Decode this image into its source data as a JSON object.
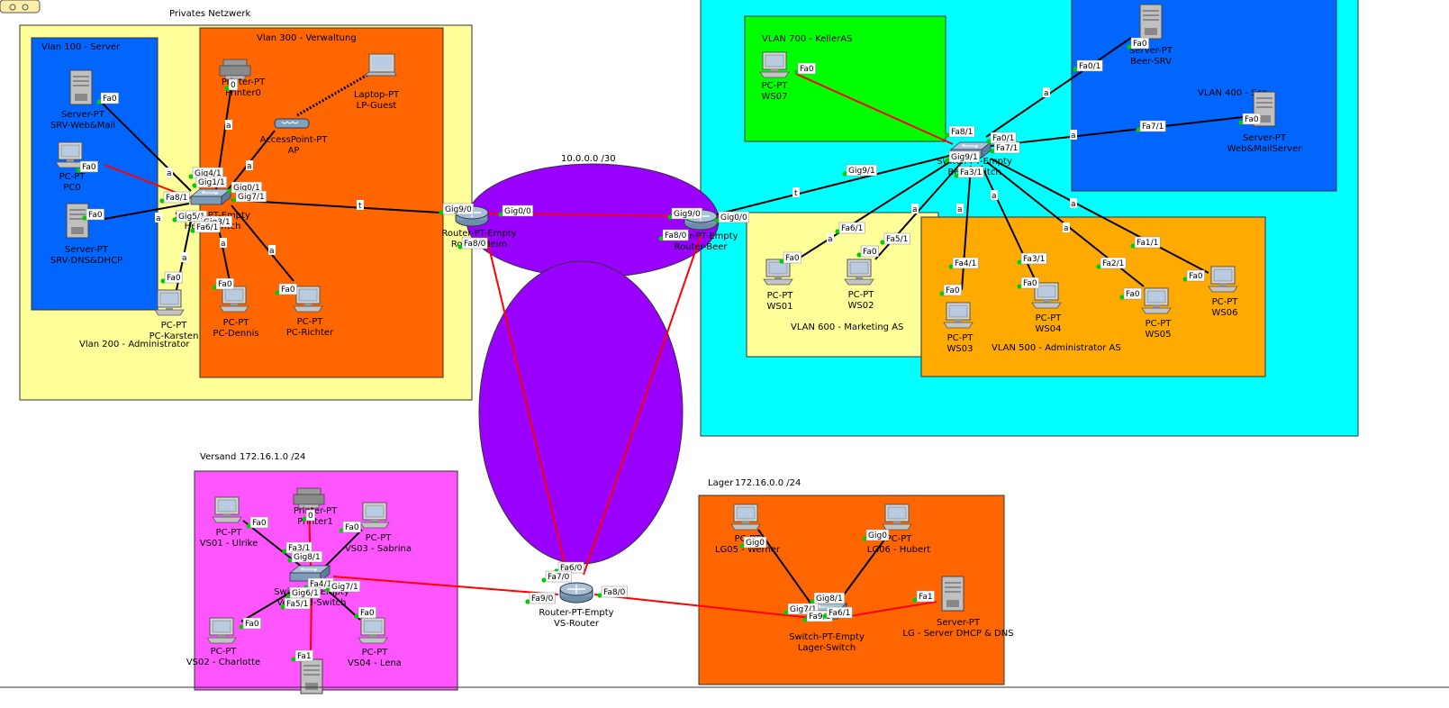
{
  "areas": {
    "private": {
      "label": "Privates Netzwerk",
      "color": "#ffff99"
    },
    "vlan100": {
      "label": "Vlan 100 - Server",
      "color": "#0066ff"
    },
    "vlan300": {
      "label": "Vlan 300 - Verwaltung",
      "color": "#ff6600"
    },
    "vlan200": {
      "label": "Vlan 200 - Administrator"
    },
    "cyan": {
      "color": "#00ffff"
    },
    "vlan700": {
      "label": "VLAN 700 - KellerAS",
      "color": "#00ff00"
    },
    "vlan400": {
      "label": "VLAN 400 - Ser",
      "color": "#0066ff"
    },
    "vlan600": {
      "label": "VLAN 600 - Marketing AS",
      "color": "#ffff99"
    },
    "vlan500": {
      "label": "VLAN 500 - Administrator AS",
      "color": "#ffaa00"
    },
    "net10": {
      "label": "10.0.0.0 /30",
      "color": "#9900ff"
    },
    "versand": {
      "label": "Versand",
      "subnet": "172.16.1.0 /24",
      "color": "#ff55ff"
    },
    "lager": {
      "label": "Lager",
      "subnet": "172.16.0.0 /24",
      "color": "#ff6600"
    }
  },
  "devices": {
    "srv_webmail": {
      "type": "Server-PT",
      "name": "SRV-Web&Mail"
    },
    "pc0": {
      "type": "PC-PT",
      "name": "PC0"
    },
    "srv_dns": {
      "type": "Server-PT",
      "name": "SRV-DNS&DHCP"
    },
    "printer0": {
      "type": "Printer-PT",
      "name": "Printer0"
    },
    "laptop": {
      "type": "Laptop-PT",
      "name": "LP-Guest"
    },
    "ap": {
      "type": "AccessPoint-PT",
      "name": "AP"
    },
    "heim_switch": {
      "type": "Switch-PT-Empty",
      "name": "Heim-Switch"
    },
    "pc_karsten": {
      "type": "PC-PT",
      "name": "PC-Karsten"
    },
    "pc_dennis": {
      "type": "PC-PT",
      "name": "PC-Dennis"
    },
    "pc_richter": {
      "type": "PC-PT",
      "name": "PC-Richter"
    },
    "router_heim": {
      "type": "Router-PT-Empty",
      "name": "Router-Heim"
    },
    "router_beer": {
      "type": "Router-PT-Empty",
      "name": "Router-Beer"
    },
    "ws07": {
      "type": "PC-PT",
      "name": "WS07"
    },
    "beer_switch": {
      "type": "Switch-PT-Empty",
      "name": "Beer-Switch"
    },
    "beer_srv": {
      "type": "Server-PT",
      "name": "Beer-SRV"
    },
    "webmail_server": {
      "type": "Server-PT",
      "name": "Web&MailServer"
    },
    "ws01": {
      "type": "PC-PT",
      "name": "WS01"
    },
    "ws02": {
      "type": "PC-PT",
      "name": "WS02"
    },
    "ws03": {
      "type": "PC-PT",
      "name": "WS03"
    },
    "ws04": {
      "type": "PC-PT",
      "name": "WS04"
    },
    "ws05": {
      "type": "PC-PT",
      "name": "WS05"
    },
    "ws06": {
      "type": "PC-PT",
      "name": "WS06"
    },
    "vs01": {
      "type": "PC-PT",
      "name": "VS01 - Ulrike"
    },
    "printer1": {
      "type": "Printer-PT",
      "name": "Printer1"
    },
    "vs03": {
      "type": "PC-PT",
      "name": "VS03 - Sabrina"
    },
    "vs_switch": {
      "type": "Switch-PT-Empty",
      "name": "Versand-Switch"
    },
    "vs02": {
      "type": "PC-PT",
      "name": "VS02 - Charlotte"
    },
    "vs04": {
      "type": "PC-PT",
      "name": "VS04 - Lena"
    },
    "vs_router": {
      "type": "Router-PT-Empty",
      "name": "VS-Router"
    },
    "lg05": {
      "type": "PC-PT",
      "name": "LG05 - Werner"
    },
    "lg06": {
      "type": "PC-PT",
      "name": "LG06 - Hubert"
    },
    "lager_switch": {
      "type": "Switch-PT-Empty",
      "name": "Lager-Switch"
    },
    "lg_server": {
      "type": "Server-PT",
      "name": "LG - Server DHCP & DNS"
    }
  },
  "ports": {
    "p1": "Fa0",
    "p2": "Gig4/1",
    "p3": "Gig1/1",
    "p4": "Fa8/1",
    "p5": "Fa0",
    "p6": "Fa0",
    "p7": "Gig5/1",
    "p8": "Gig3/1",
    "p9": "Fa6/1",
    "p10": "Gig0/1",
    "p11": "Gig7/1",
    "p12": "0",
    "p13": "Fa0",
    "p14": "Fa0",
    "p15": "Fa0",
    "p16": "Gig9/0",
    "p17": "Gig0/0",
    "p18": "Fa8/0",
    "p19": "Gig9/0",
    "p20": "Gig0/0",
    "p21": "Fa8/0",
    "p22": "Fa0",
    "p23": "Fa8/1",
    "p24": "Fa0/1",
    "p25": "Fa7/1",
    "p26": "Gig9/1",
    "p27": "Fa3/1",
    "p28": "Fa0",
    "p29": "Fa0/1",
    "p30": "Fa0",
    "p31": "Fa7/1",
    "p32": "Fa6/1",
    "p33": "Fa0",
    "p34": "Fa5/1",
    "p35": "Fa0",
    "p36": "Fa4/1",
    "p37": "Fa0",
    "p38": "Fa3/1",
    "p39": "Fa0",
    "p40": "Fa2/1",
    "p41": "Fa0",
    "p42": "Fa1/1",
    "p43": "Fa0",
    "p44": "Gig9/1",
    "p45": "Fa0",
    "p46": "Fa3/1",
    "p47": "Gig8/1",
    "p48": "0",
    "p49": "Fa0",
    "p50": "Fa4/1",
    "p51": "Gig7/1",
    "p52": "Gig6/1",
    "p53": "Fa5/1",
    "p54": "Fa0",
    "p55": "Fa0",
    "p56": "Fa1",
    "p57": "Fa6/0",
    "p58": "Fa7/0",
    "p59": "Fa9/0",
    "p60": "Fa8/0",
    "p61": "Gig0",
    "p62": "Gig0",
    "p63": "Gig8/1",
    "p64": "Gig7/1",
    "p65": "Fa9/1",
    "p66": "Fa6/1",
    "p67": "Fa1"
  },
  "link_labels": {
    "access": "a",
    "trunk": "t"
  },
  "colors": {
    "ethernet": "#000000",
    "crossover": "#ff0000",
    "wireless": "#000000",
    "port_dot": "#00cc00"
  }
}
